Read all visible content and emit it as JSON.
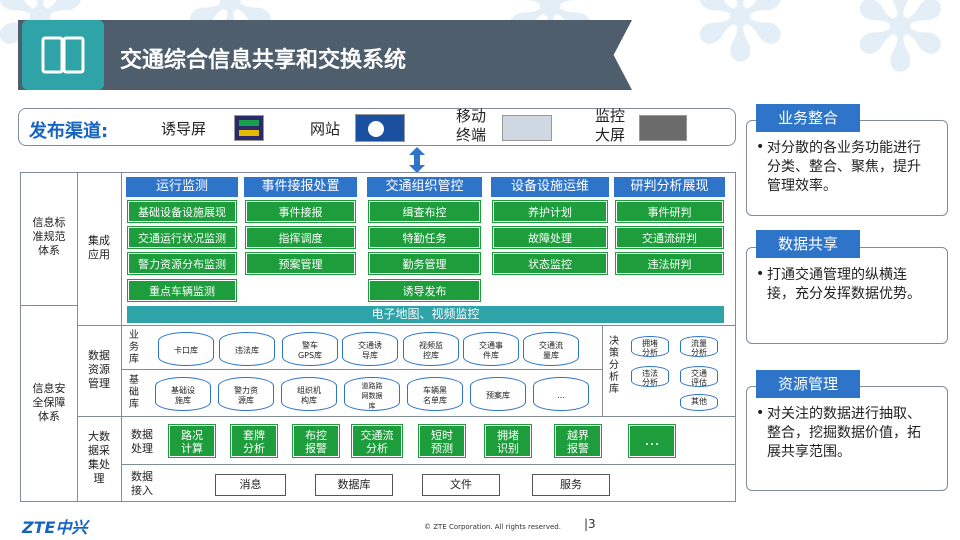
{
  "title": "交通综合信息共享和交换系统",
  "channel": {
    "label": "发布渠道:",
    "items": [
      "诱导屏",
      "网站",
      "移动\n终端",
      "监控\n大屏"
    ]
  },
  "left_labels": {
    "standards": "信息标\n准规范\n体系",
    "security": "信息安\n全保障\n体系",
    "app": "集成\n应用",
    "data_mgmt": "数据\n资源\n管理",
    "bigdata": "大数\n据采\n集处\n理"
  },
  "categories": [
    {
      "name": "运行监测",
      "items": [
        "基础设备设施展现",
        "交通运行状况监测",
        "警力资源分布监测",
        "重点车辆监测"
      ]
    },
    {
      "name": "事件接报处置",
      "items": [
        "事件接报",
        "指挥调度",
        "预案管理"
      ]
    },
    {
      "name": "交通组织管控",
      "items": [
        "缉查布控",
        "特勤任务",
        "勤务管理",
        "诱导发布"
      ]
    },
    {
      "name": "设备设施运维",
      "items": [
        "养护计划",
        "故障处理",
        "状态监控"
      ]
    },
    {
      "name": "研判分析展现",
      "items": [
        "事件研判",
        "交通流研判",
        "违法研判"
      ]
    }
  ],
  "map_bar": "电子地图、视频监控",
  "business_lib": {
    "label": "业\n务\n库",
    "items": [
      "卡口库",
      "违法库",
      "警车\nGPS库",
      "交通诱\n导库",
      "视频监\n控库",
      "交通事\n件库",
      "交通流\n量库"
    ]
  },
  "base_lib": {
    "label": "基\n础\n库",
    "items": [
      "基础设\n施库",
      "警力资\n源库",
      "组织机\n构库",
      "道路路\n网数据\n库",
      "车辆黑\n名单库",
      "预案库",
      "..."
    ]
  },
  "decision_lib": {
    "label": "决\n策\n分\n析\n库",
    "items": [
      "拥堵\n分析",
      "流量\n分析",
      "违法\n分析",
      "交通\n评估",
      "其他"
    ]
  },
  "processing": {
    "label": "数据\n处理",
    "items": [
      "路况\n计算",
      "套牌\n分析",
      "布控\n报警",
      "交通流\n分析",
      "短时\n预测",
      "拥堵\n识别",
      "越界\n报警",
      "..."
    ]
  },
  "ingest": {
    "label": "数据\n接入",
    "items": [
      "消息",
      "数据库",
      "文件",
      "服务"
    ]
  },
  "right_panel": [
    {
      "heading": "业务整合",
      "text": "对分散的各业务功能进行分类、整合、聚焦，提升管理效率。"
    },
    {
      "heading": "数据共享",
      "text": "打通交通管理的纵横连接，充分发挥数据优势。"
    },
    {
      "heading": "资源管理",
      "text": "对关注的数据进行抽取、整合，挖掘数据价值，拓展共享范围。"
    }
  ],
  "footer": {
    "logo": "ZTE中兴",
    "copyright": "© ZTE Corporation. All rights reserved.",
    "page": "|3"
  },
  "colors": {
    "banner": "#4f5e6c",
    "teal": "#2ea3a8",
    "blue": "#2e74c9",
    "green": "#1e9d3c"
  }
}
